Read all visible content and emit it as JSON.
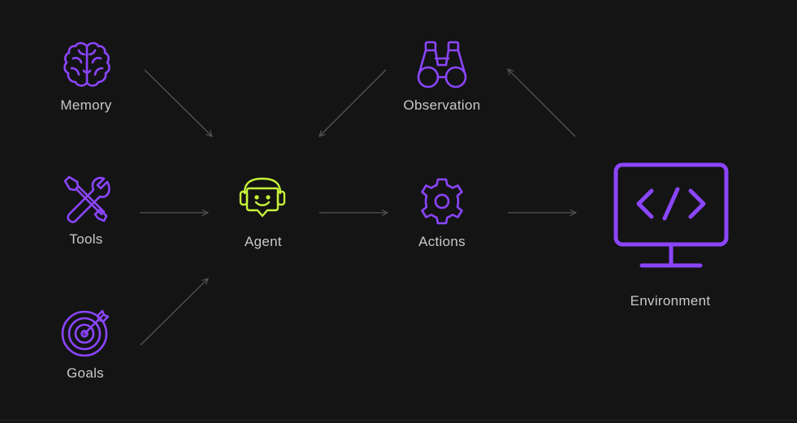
{
  "diagram": {
    "nodes": {
      "memory": {
        "label": "Memory",
        "icon": "brain-icon"
      },
      "tools": {
        "label": "Tools",
        "icon": "wrench-screwdriver-icon"
      },
      "goals": {
        "label": "Goals",
        "icon": "target-icon"
      },
      "agent": {
        "label": "Agent",
        "icon": "robot-headset-icon"
      },
      "observation": {
        "label": "Observation",
        "icon": "binoculars-icon"
      },
      "actions": {
        "label": "Actions",
        "icon": "gear-icon"
      },
      "environment": {
        "label": "Environment",
        "icon": "code-monitor-icon"
      }
    },
    "edges": [
      {
        "from": "Memory",
        "to": "Agent"
      },
      {
        "from": "Tools",
        "to": "Agent"
      },
      {
        "from": "Goals",
        "to": "Agent"
      },
      {
        "from": "Observation",
        "to": "Agent"
      },
      {
        "from": "Agent",
        "to": "Actions"
      },
      {
        "from": "Actions",
        "to": "Environment"
      },
      {
        "from": "Environment",
        "to": "Observation"
      }
    ],
    "colors": {
      "background": "#141414",
      "icon_primary": "#8b45ff",
      "icon_agent": "#c6f43a",
      "arrow": "#555555",
      "label": "#c9c9c9"
    }
  }
}
